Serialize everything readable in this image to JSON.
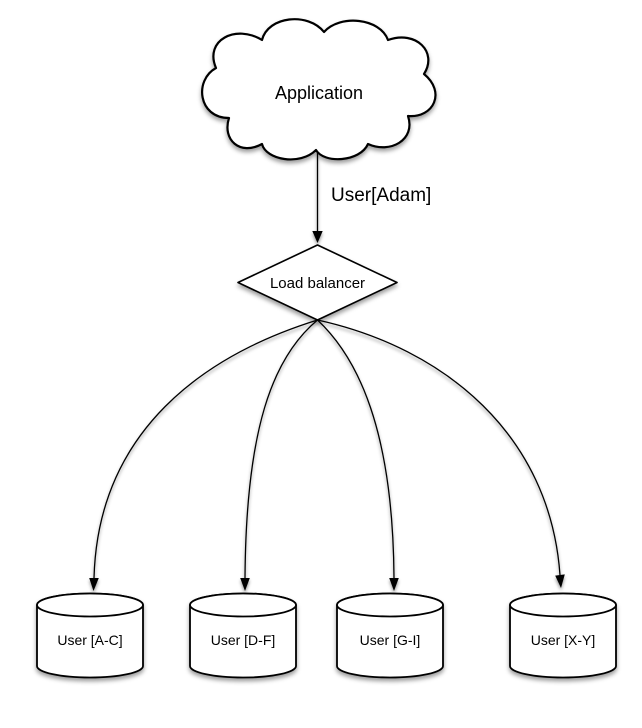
{
  "diagram": {
    "type": "flowchart",
    "background": "#ffffff",
    "shape_fill": "#ffffff",
    "line_color": "#000000",
    "text_color": "#000000",
    "nodes": {
      "application": {
        "label": "Application",
        "shape": "cloud"
      },
      "load_balancer": {
        "label": "Load balancer",
        "shape": "diamond"
      },
      "shards": [
        {
          "label": "User [A-C]",
          "shape": "cylinder"
        },
        {
          "label": "User [D-F]",
          "shape": "cylinder"
        },
        {
          "label": "User [G-I]",
          "shape": "cylinder"
        },
        {
          "label": "User [X-Y]",
          "shape": "cylinder"
        }
      ]
    },
    "edges": [
      {
        "from": "application",
        "to": "load_balancer",
        "label": "User[Adam]"
      },
      {
        "from": "load_balancer",
        "to": "shards.0",
        "label": ""
      },
      {
        "from": "load_balancer",
        "to": "shards.1",
        "label": ""
      },
      {
        "from": "load_balancer",
        "to": "shards.2",
        "label": ""
      },
      {
        "from": "load_balancer",
        "to": "shards.3",
        "label": ""
      }
    ]
  }
}
